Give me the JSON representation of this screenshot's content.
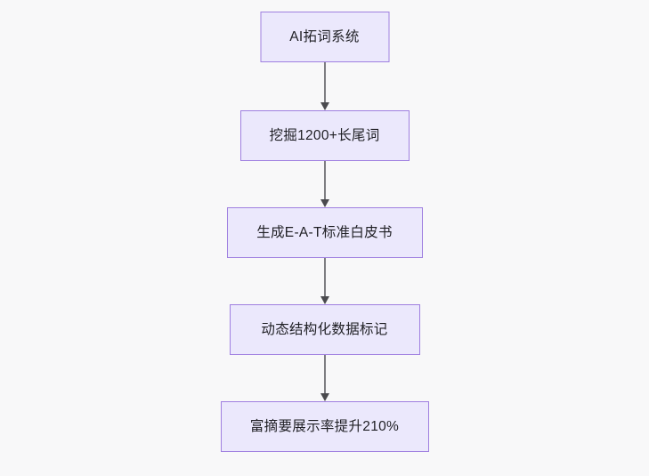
{
  "diagram": {
    "type": "flowchart",
    "orientation": "top-to-bottom",
    "background_color": "#f8f8f9",
    "node_fill_color": "#ebe8fc",
    "node_border_color": "#9f7fe0",
    "node_text_color": "#1f1f24",
    "connector_color": "#7e7e82",
    "arrowhead_color": "#4a4a4e",
    "nodes": [
      {
        "id": "node-1",
        "label": "AI拓词系统"
      },
      {
        "id": "node-2",
        "label": "挖掘1200+长尾词"
      },
      {
        "id": "node-3",
        "label": "生成E-A-T标准白皮书"
      },
      {
        "id": "node-4",
        "label": "动态结构化数据标记"
      },
      {
        "id": "node-5",
        "label": "富摘要展示率提升210%"
      }
    ],
    "edges": [
      {
        "id": "edge-1",
        "from": "node-1",
        "to": "node-2",
        "label": ""
      },
      {
        "id": "edge-2",
        "from": "node-2",
        "to": "node-3",
        "label": ""
      },
      {
        "id": "edge-3",
        "from": "node-3",
        "to": "node-4",
        "label": ""
      },
      {
        "id": "edge-4",
        "from": "node-4",
        "to": "node-5",
        "label": ""
      }
    ]
  }
}
